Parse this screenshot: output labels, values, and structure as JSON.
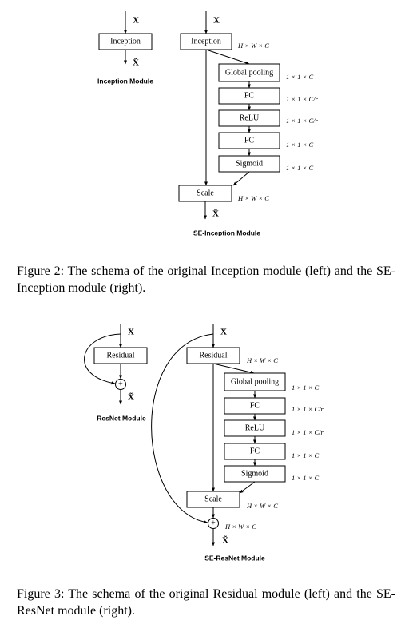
{
  "figure2": {
    "left": {
      "input_label": "X",
      "block_label": "Inception",
      "output_label": "X̃",
      "module_name": "Inception Module"
    },
    "right": {
      "input_label": "X",
      "block_label": "Inception",
      "block_dim": "H × W × C",
      "steps": [
        {
          "label": "Global pooling",
          "dim": "1 × 1 × C"
        },
        {
          "label": "FC",
          "dim": "1 × 1 × C/r"
        },
        {
          "label": "ReLU",
          "dim": "1 × 1 × C/r"
        },
        {
          "label": "FC",
          "dim": "1 × 1 × C"
        },
        {
          "label": "Sigmoid",
          "dim": "1 × 1 × C"
        }
      ],
      "scale_label": "Scale",
      "scale_dim": "H × W × C",
      "output_label": "X̃",
      "module_name": "SE-Inception Module"
    },
    "caption": "Figure 2: The schema of the original Inception module (left) and the SE-Inception module (right)."
  },
  "figure3": {
    "left": {
      "input_label": "X",
      "block_label": "Residual",
      "sum_symbol": "+",
      "output_label": "X̃",
      "module_name": "ResNet Module"
    },
    "right": {
      "input_label": "X",
      "block_label": "Residual",
      "block_dim": "H × W × C",
      "steps": [
        {
          "label": "Global pooling",
          "dim": "1 × 1 × C"
        },
        {
          "label": "FC",
          "dim": "1 × 1 × C/r"
        },
        {
          "label": "ReLU",
          "dim": "1 × 1 × C/r"
        },
        {
          "label": "FC",
          "dim": "1 × 1 × C"
        },
        {
          "label": "Sigmoid",
          "dim": "1 × 1 × C"
        }
      ],
      "scale_label": "Scale",
      "scale_dim": "H × W × C",
      "sum_symbol": "+",
      "sum_dim": "H × W × C",
      "output_label": "X̃",
      "module_name": "SE-ResNet Module"
    },
    "caption": "Figure 3: The schema of the original Residual module (left) and the SE-ResNet module (right)."
  }
}
